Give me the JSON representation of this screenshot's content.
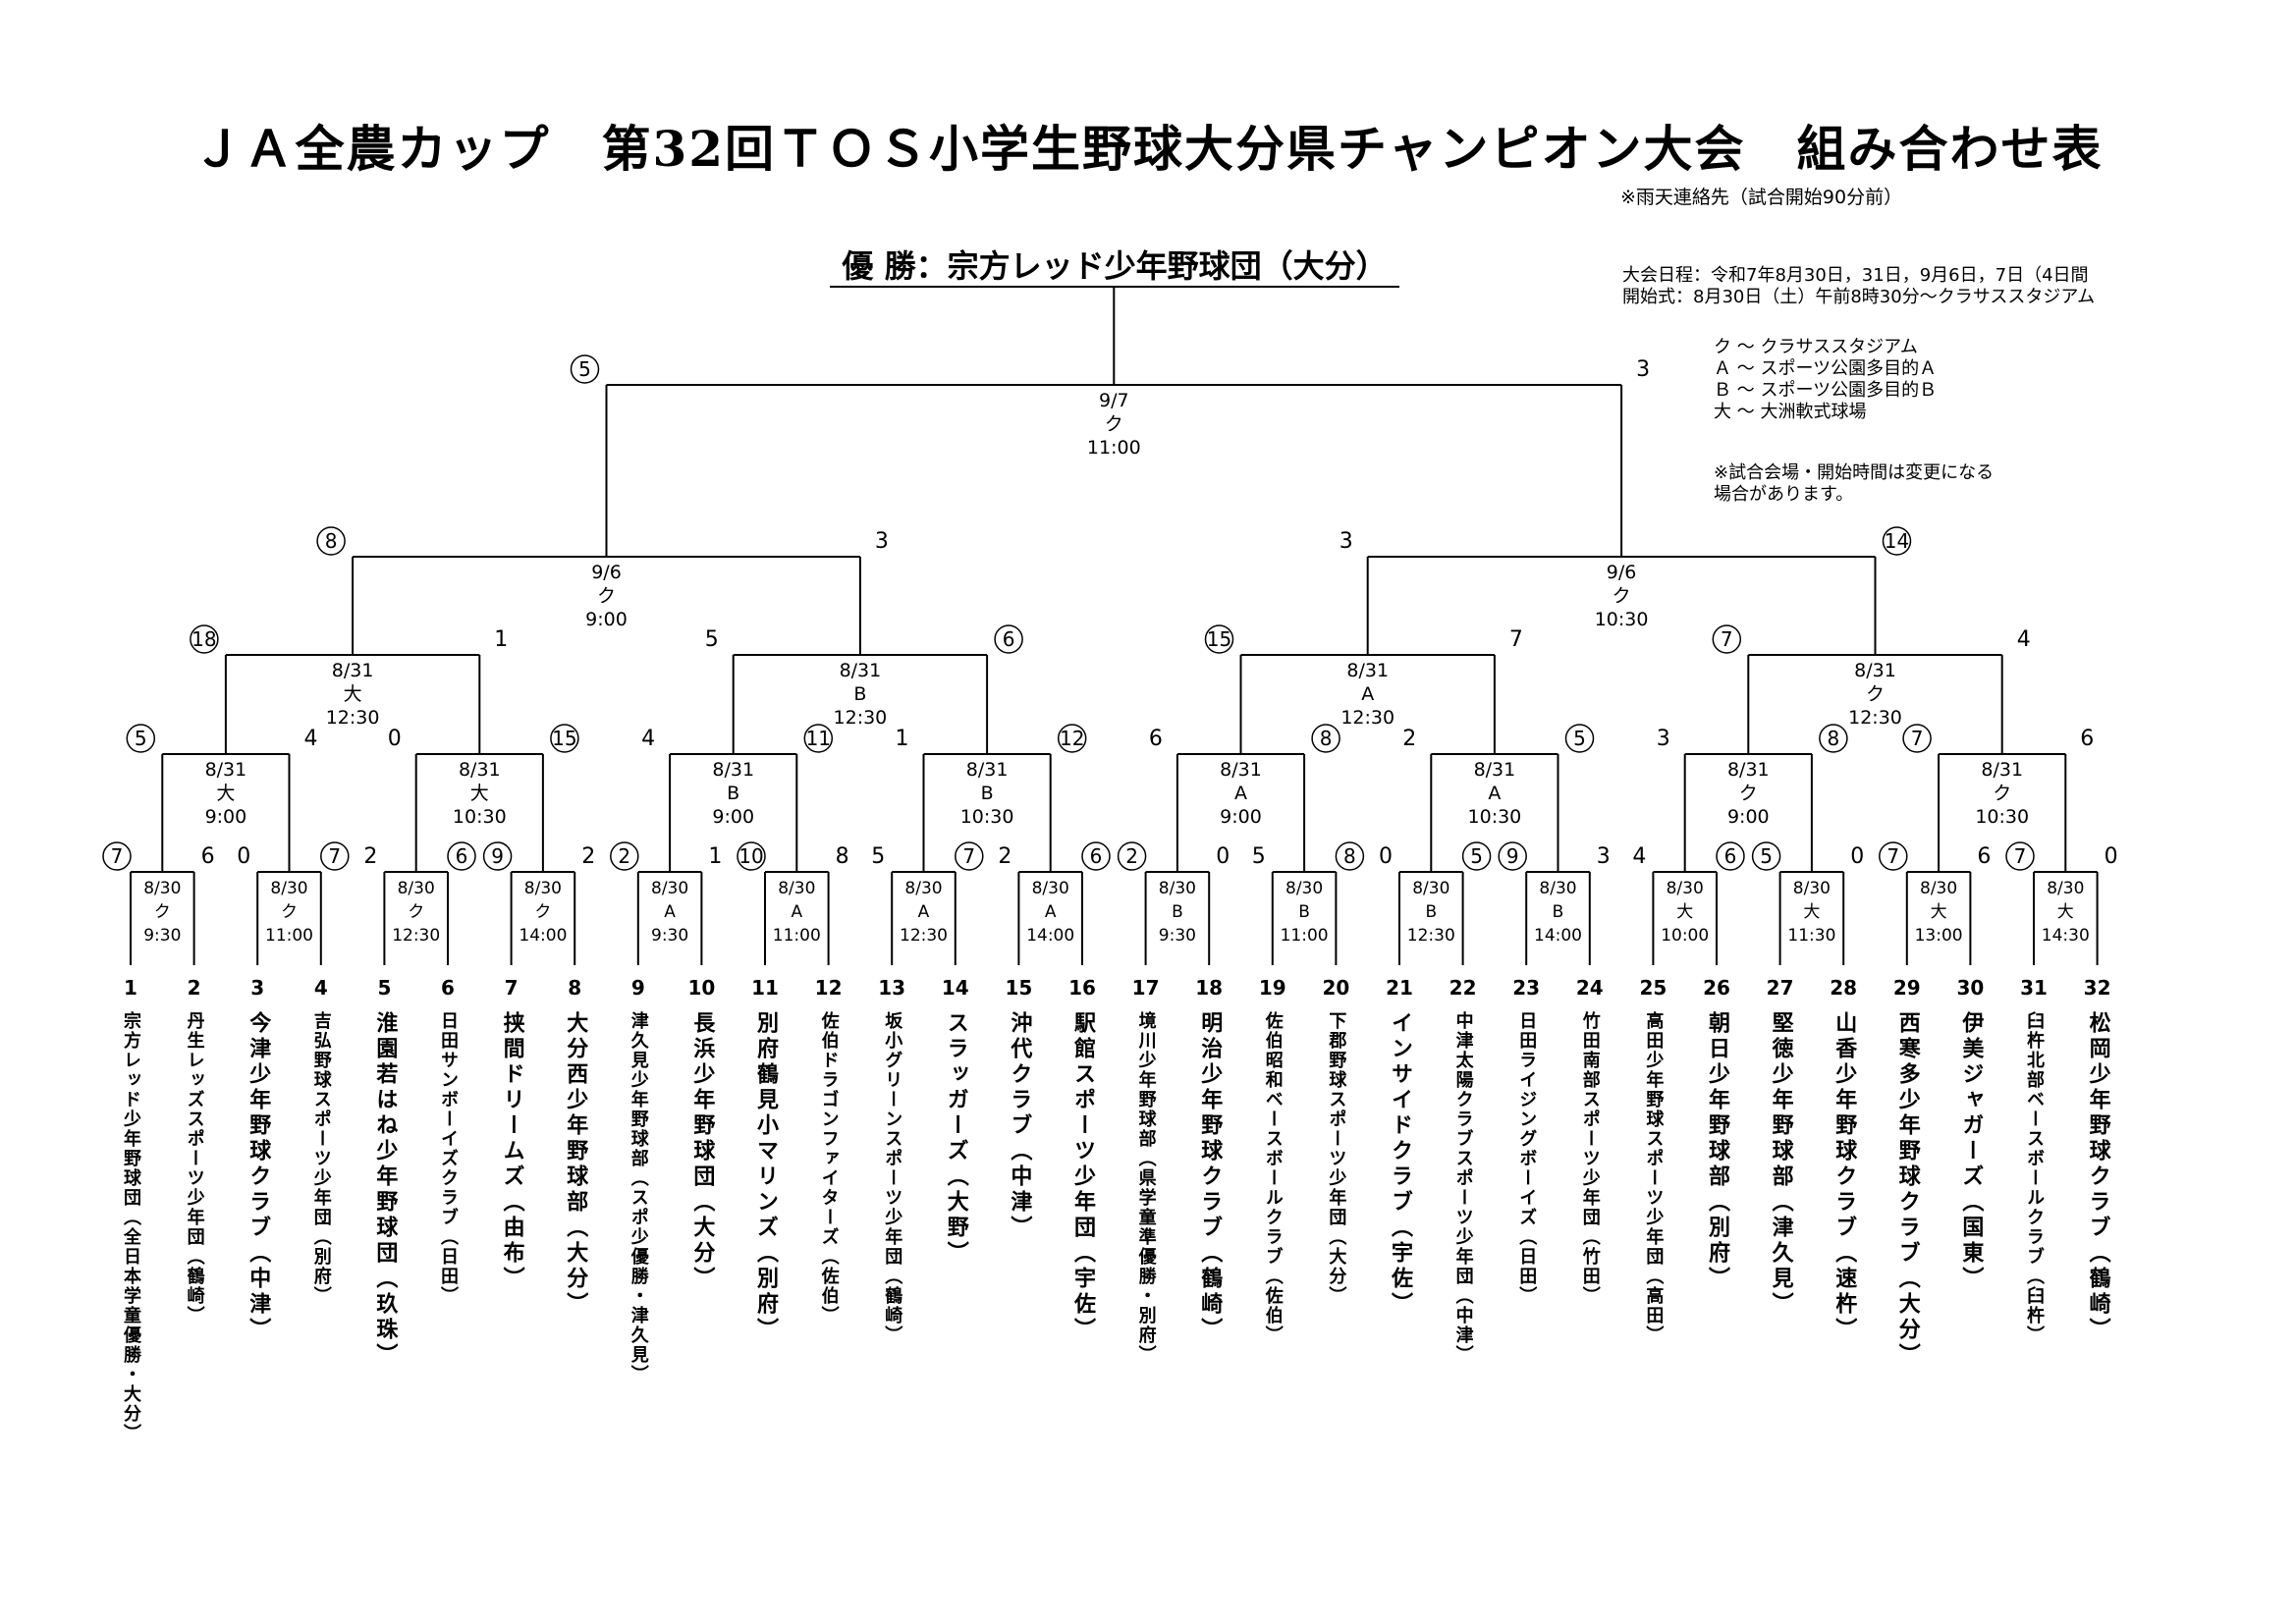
{
  "title": "ＪＡ全農カップ　第32回ＴＯＳ小学生野球大分県チャンピオン大会　組み合わせ表",
  "rain_note": "※雨天連絡先（試合開始90分前）",
  "champion": "優 勝：宗方レッド少年野球団（大分）",
  "schedule": {
    "line1": "大会日程：令和7年8月30日，31日，9月6日，7日（4日間",
    "line2": "開始式：8月30日（土）午前8時30分～クラサススタジアム"
  },
  "venues": [
    "ク ～ クラサススタジアム",
    "Ａ ～ スポーツ公園多目的Ａ",
    "Ｂ ～ スポーツ公園多目的Ｂ",
    "大 ～ 大洲軟式球場"
  ],
  "notice": [
    "※試合会場・開始時間は変更になる",
    "場合があります。"
  ],
  "teams": [
    {
      "num": "1",
      "name": "宗方レッド少年野球団（全日本学童優勝・大分）"
    },
    {
      "num": "2",
      "name": "丹生レッズスポーツ少年団（鶴崎）"
    },
    {
      "num": "3",
      "name": "今津少年野球クラブ（中津）"
    },
    {
      "num": "4",
      "name": "吉弘野球スポーツ少年団（別府）"
    },
    {
      "num": "5",
      "name": "淮園若はね少年野球団（玖珠）"
    },
    {
      "num": "6",
      "name": "日田サンボーイズクラブ（日田）"
    },
    {
      "num": "7",
      "name": "挟間ドリームズ（由布）"
    },
    {
      "num": "8",
      "name": "大分西少年野球部（大分）"
    },
    {
      "num": "9",
      "name": "津久見少年野球部（スポ少優勝・津久見）"
    },
    {
      "num": "10",
      "name": "長浜少年野球団（大分）"
    },
    {
      "num": "11",
      "name": "別府鶴見小マリンズ（別府）"
    },
    {
      "num": "12",
      "name": "佐伯ドラゴンファイターズ（佐伯）"
    },
    {
      "num": "13",
      "name": "坂小グリーンスポーツ少年団（鶴崎）"
    },
    {
      "num": "14",
      "name": "スラッガーズ（大野）"
    },
    {
      "num": "15",
      "name": "沖代クラブ（中津）"
    },
    {
      "num": "16",
      "name": "駅館スポーツ少年団（宇佐）"
    },
    {
      "num": "17",
      "name": "境川少年野球部（県学童準優勝・別府）"
    },
    {
      "num": "18",
      "name": "明治少年野球クラブ（鶴崎）"
    },
    {
      "num": "19",
      "name": "佐伯昭和ベースボールクラブ（佐伯）"
    },
    {
      "num": "20",
      "name": "下郡野球スポーツ少年団（大分）"
    },
    {
      "num": "21",
      "name": "インサイドクラブ（宇佐）"
    },
    {
      "num": "22",
      "name": "中津太陽クラブスポーツ少年団（中津）"
    },
    {
      "num": "23",
      "name": "日田ライジングボーイズ（日田）"
    },
    {
      "num": "24",
      "name": "竹田南部スポーツ少年団（竹田）"
    },
    {
      "num": "25",
      "name": "高田少年野球スポーツ少年団（高田）"
    },
    {
      "num": "26",
      "name": "朝日少年野球部（別府）"
    },
    {
      "num": "27",
      "name": "堅徳少年野球部（津久見）"
    },
    {
      "num": "28",
      "name": "山香少年野球クラブ（速杵）"
    },
    {
      "num": "29",
      "name": "西寒多少年野球クラブ（大分）"
    },
    {
      "num": "30",
      "name": "伊美ジャガーズ（国東）"
    },
    {
      "num": "31",
      "name": "臼杵北部ベースボールクラブ（臼杵）"
    },
    {
      "num": "32",
      "name": "松岡少年野球クラブ（鶴崎）"
    }
  ],
  "rounds": [
    [
      {
        "date": "8/30",
        "venue": "ク",
        "time": "9:30",
        "scores": [
          "7",
          "6"
        ],
        "winner": 0
      },
      {
        "date": "8/30",
        "venue": "ク",
        "time": "11:00",
        "scores": [
          "0",
          "7"
        ],
        "winner": 1
      },
      {
        "date": "8/30",
        "venue": "ク",
        "time": "12:30",
        "scores": [
          "2",
          "6"
        ],
        "winner": 1
      },
      {
        "date": "8/30",
        "venue": "ク",
        "time": "14:00",
        "scores": [
          "9",
          "2"
        ],
        "winner": 0
      },
      {
        "date": "8/30",
        "venue": "A",
        "time": "9:30",
        "scores": [
          "2",
          "1"
        ],
        "winner": 0
      },
      {
        "date": "8/30",
        "venue": "A",
        "time": "11:00",
        "scores": [
          "10",
          "8"
        ],
        "winner": 0
      },
      {
        "date": "8/30",
        "venue": "A",
        "time": "12:30",
        "scores": [
          "5",
          "7"
        ],
        "winner": 1
      },
      {
        "date": "8/30",
        "venue": "A",
        "time": "14:00",
        "scores": [
          "2",
          "6"
        ],
        "winner": 1
      },
      {
        "date": "8/30",
        "venue": "B",
        "time": "9:30",
        "scores": [
          "2",
          "0"
        ],
        "winner": 0
      },
      {
        "date": "8/30",
        "venue": "B",
        "time": "11:00",
        "scores": [
          "5",
          "8"
        ],
        "winner": 1
      },
      {
        "date": "8/30",
        "venue": "B",
        "time": "12:30",
        "scores": [
          "0",
          "5"
        ],
        "winner": 1
      },
      {
        "date": "8/30",
        "venue": "B",
        "time": "14:00",
        "scores": [
          "9",
          "3"
        ],
        "winner": 0
      },
      {
        "date": "8/30",
        "venue": "大",
        "time": "10:00",
        "scores": [
          "4",
          "6"
        ],
        "winner": 1
      },
      {
        "date": "8/30",
        "venue": "大",
        "time": "11:30",
        "scores": [
          "5",
          "0"
        ],
        "winner": 0
      },
      {
        "date": "8/30",
        "venue": "大",
        "time": "13:00",
        "scores": [
          "7",
          "6"
        ],
        "winner": 0
      },
      {
        "date": "8/30",
        "venue": "大",
        "time": "14:30",
        "scores": [
          "7",
          "0"
        ],
        "winner": 0
      }
    ],
    [
      {
        "date": "8/31",
        "venue": "大",
        "time": "9:00",
        "scores": [
          "5",
          "4"
        ],
        "winner": 0
      },
      {
        "date": "8/31",
        "venue": "大",
        "time": "10:30",
        "scores": [
          "0",
          "15"
        ],
        "winner": 1
      },
      {
        "date": "8/31",
        "venue": "B",
        "time": "9:00",
        "scores": [
          "4",
          "11"
        ],
        "winner": 1
      },
      {
        "date": "8/31",
        "venue": "B",
        "time": "10:30",
        "scores": [
          "1",
          "12"
        ],
        "winner": 1
      },
      {
        "date": "8/31",
        "venue": "A",
        "time": "9:00",
        "scores": [
          "6",
          "8"
        ],
        "winner": 1
      },
      {
        "date": "8/31",
        "venue": "A",
        "time": "10:30",
        "scores": [
          "2",
          "5"
        ],
        "winner": 1
      },
      {
        "date": "8/31",
        "venue": "ク",
        "time": "9:00",
        "scores": [
          "3",
          "8"
        ],
        "winner": 1
      },
      {
        "date": "8/31",
        "venue": "ク",
        "time": "10:30",
        "scores": [
          "7",
          "6"
        ],
        "winner": 0
      }
    ],
    [
      {
        "date": "8/31",
        "venue": "大",
        "time": "12:30",
        "scores": [
          "18",
          "1"
        ],
        "winner": 0
      },
      {
        "date": "8/31",
        "venue": "B",
        "time": "12:30",
        "scores": [
          "5",
          "6"
        ],
        "winner": 1
      },
      {
        "date": "8/31",
        "venue": "A",
        "time": "12:30",
        "scores": [
          "15",
          "7"
        ],
        "winner": 0
      },
      {
        "date": "8/31",
        "venue": "ク",
        "time": "12:30",
        "scores": [
          "7",
          "4"
        ],
        "winner": 0
      }
    ],
    [
      {
        "date": "9/6",
        "venue": "ク",
        "time": "9:00",
        "scores": [
          "8",
          "3"
        ],
        "winner": 0
      },
      {
        "date": "9/6",
        "venue": "ク",
        "time": "10:30",
        "scores": [
          "3",
          "14"
        ],
        "winner": 1
      }
    ],
    [
      {
        "date": "9/7",
        "venue": "ク",
        "time": "11:00",
        "scores": [
          "5",
          "3"
        ],
        "winner": 0
      }
    ]
  ]
}
